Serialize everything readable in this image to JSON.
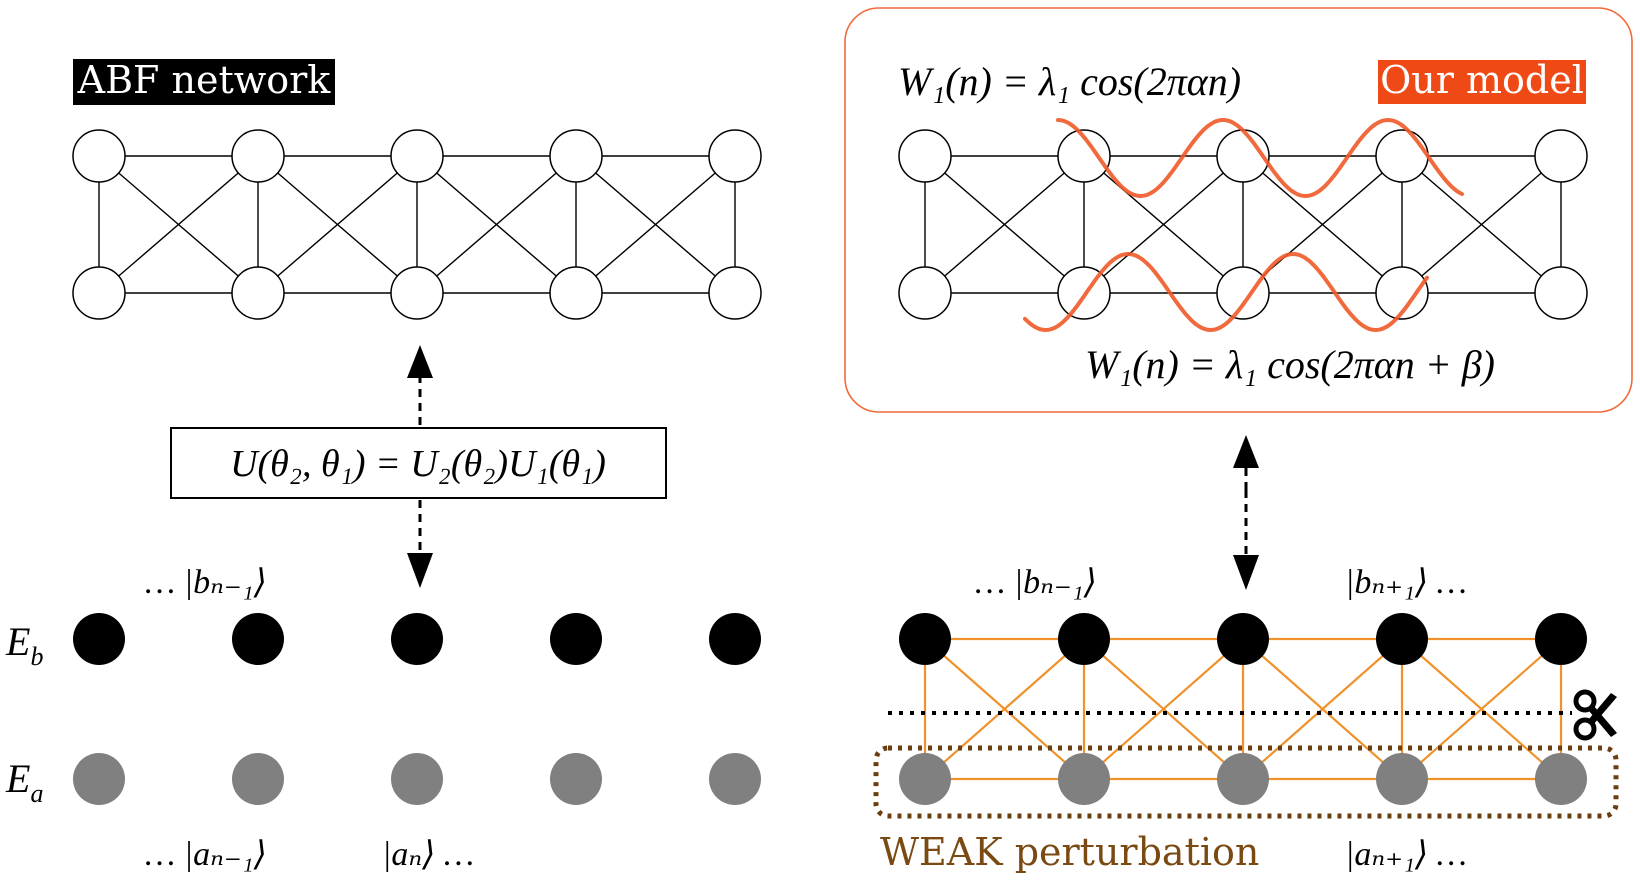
{
  "colors": {
    "node_black": "#000000",
    "node_gray": "#808080",
    "orange_edges": "#f0922b",
    "orange_box": "#f26a3a",
    "wave": "#f05a28",
    "label_red_bg": "#ef4a16",
    "weak_brown": "#7a4a12"
  },
  "left": {
    "title": "ABF network",
    "operator": "U(θ₂, θ₁) = U₂(θ₂)U₁(θ₁)",
    "state_b": "… |bₙ₋₁⟩",
    "state_a_prev": "… |aₙ₋₁⟩",
    "state_a": "|aₙ⟩ …",
    "energy_b": "E_b",
    "energy_a": "E_a"
  },
  "right": {
    "title": "Our model",
    "formula_top": "W₁(n) = λ₁ cos(2παn)",
    "formula_bottom": "W₁(n) = λ₁ cos(2παn + β)",
    "state_b_prev": "… |bₙ₋₁⟩",
    "state_b_next": "|bₙ₊₁⟩ …",
    "state_a_next": "|aₙ₊₁⟩ …",
    "weak_label": "WEAK perturbation",
    "scissors_icon": "scissors-icon"
  }
}
